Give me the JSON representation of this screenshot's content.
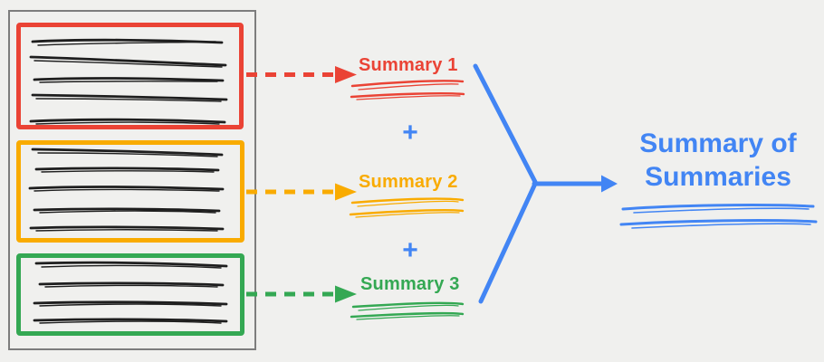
{
  "diagram": {
    "description": "Map-reduce summarization diagram: a document split into three highlighted chunks, each summarized, then combined into a summary of summaries",
    "document": {
      "chunks": [
        {
          "name": "chunk-1",
          "color": "red",
          "text_line_count": 5
        },
        {
          "name": "chunk-2",
          "color": "orange",
          "text_line_count": 5
        },
        {
          "name": "chunk-3",
          "color": "green",
          "text_line_count": 4
        }
      ]
    },
    "summaries": [
      {
        "label": "Summary 1",
        "color": "red"
      },
      {
        "label": "Summary 2",
        "color": "orange"
      },
      {
        "label": "Summary 3",
        "color": "green"
      }
    ],
    "operators": {
      "plus": "+"
    },
    "final_summary": {
      "label": "Summary of Summaries",
      "color": "blue"
    }
  },
  "colors": {
    "red": "#EA4335",
    "orange": "#F9AB00",
    "green": "#34A853",
    "blue": "#4285F4",
    "ink": "#1e1e1e",
    "frame": "#7d7d7d",
    "background": "#F0F0EE"
  }
}
